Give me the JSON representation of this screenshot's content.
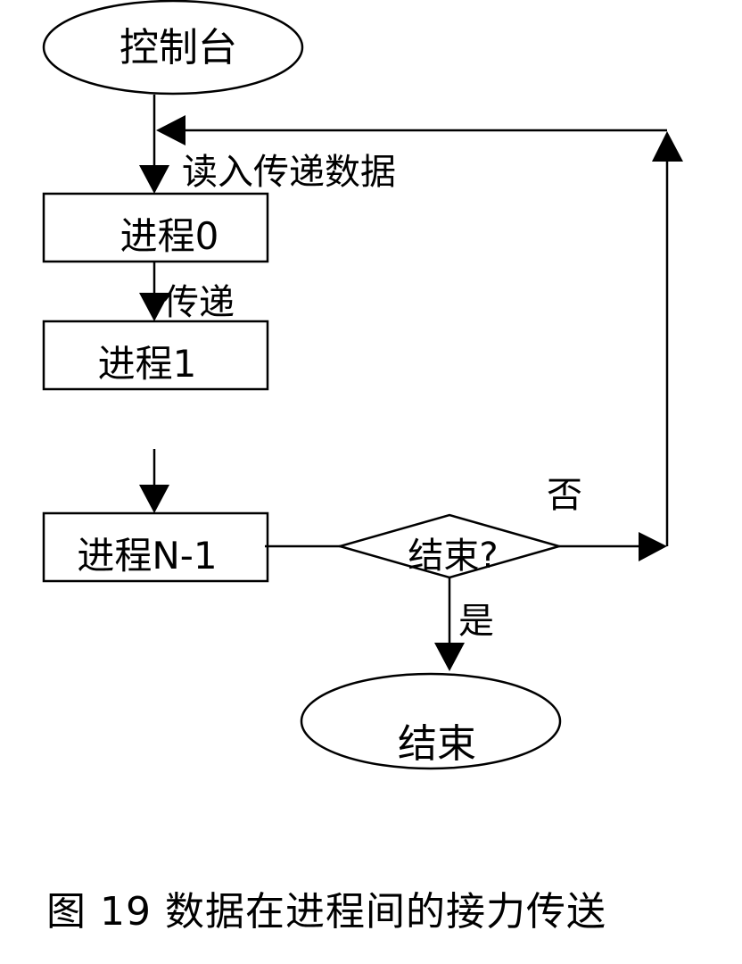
{
  "diagram": {
    "colors": {
      "stroke": "#000000",
      "background": "#ffffff"
    },
    "nodes": {
      "start": {
        "shape": "ellipse",
        "label": "控制台"
      },
      "process0": {
        "shape": "rectangle",
        "label": "进程0"
      },
      "process1": {
        "shape": "rectangle",
        "label": "进程1"
      },
      "processN": {
        "shape": "rectangle",
        "label": "进程N-1"
      },
      "decision": {
        "shape": "diamond",
        "label": "结束?"
      },
      "end": {
        "shape": "ellipse",
        "label": "结束"
      }
    },
    "edge_labels": {
      "read_input": "读入传递数据",
      "pass": "传递",
      "no": "否",
      "yes": "是"
    },
    "edges": [
      {
        "from": "start",
        "to": "process0",
        "label": "读入传递数据"
      },
      {
        "from": "process0",
        "to": "process1",
        "label": "传递"
      },
      {
        "from": "process1",
        "to": "processN",
        "label": ""
      },
      {
        "from": "processN",
        "to": "decision",
        "label": ""
      },
      {
        "from": "decision",
        "to": "process0",
        "label": "否"
      },
      {
        "from": "decision",
        "to": "end",
        "label": "是"
      }
    ]
  },
  "caption": "图  19 数据在进程间的接力传送"
}
